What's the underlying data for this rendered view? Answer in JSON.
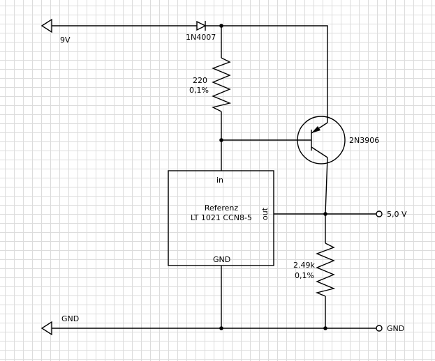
{
  "labels": {
    "supply": "9V",
    "diode": "1N4007",
    "r1_value": "220",
    "r1_tolerance": "0,1%",
    "transistor": "2N3906",
    "ic_pin_in": "in",
    "ic_name": "Referenz",
    "ic_part": "LT 1021 CCN8-5",
    "ic_pin_out": "out",
    "ic_pin_gnd": "GND",
    "output": "5,0 V",
    "r2_value": "2.49k",
    "r2_tolerance": "0,1%",
    "gnd_left": "GND",
    "gnd_right": "GND"
  }
}
